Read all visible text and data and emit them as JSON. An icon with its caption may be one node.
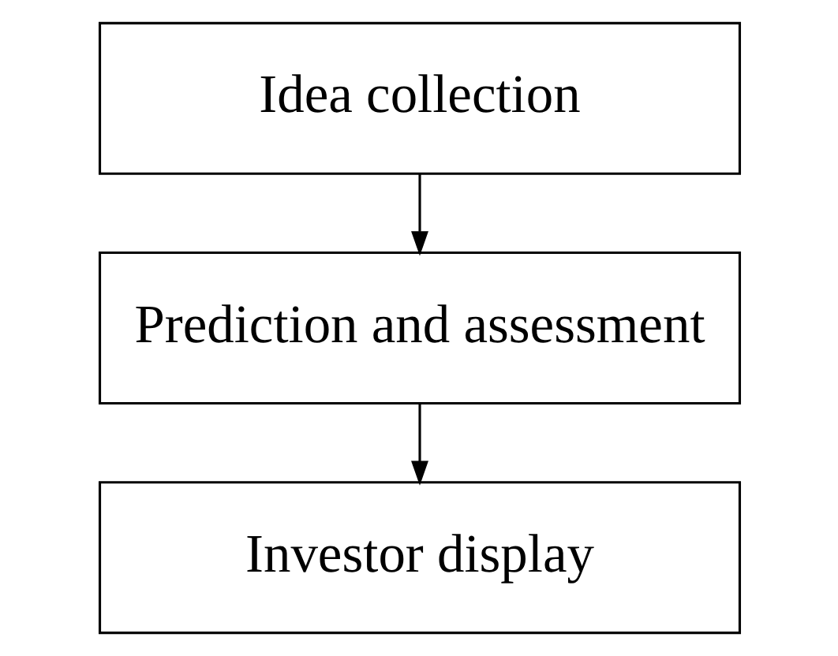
{
  "diagram": {
    "nodes": [
      {
        "text": [
          "Idea collection"
        ]
      },
      {
        "text": [
          "Prediction and assessment"
        ]
      },
      {
        "text": [
          "Investor display"
        ]
      }
    ],
    "edges": [
      {
        "from": 0,
        "to": 1,
        "arrow": "to"
      },
      {
        "from": 1,
        "to": 2,
        "arrow": "to"
      }
    ]
  }
}
